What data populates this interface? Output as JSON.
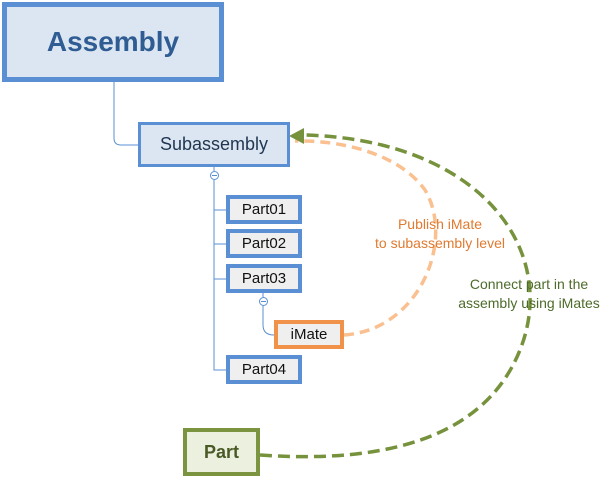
{
  "nodes": {
    "assembly": "Assembly",
    "subassembly": "Subassembly",
    "parts": [
      "Part01",
      "Part02",
      "Part03",
      "Part04"
    ],
    "imate": "iMate",
    "part": "Part"
  },
  "annotations": {
    "publish": [
      "Publish iMate",
      "to subassembly level"
    ],
    "connect": [
      "Connect part in the",
      "assembly using iMates"
    ]
  },
  "colors": {
    "blue_border": "#5b8fd4",
    "blue_fill": "#dce6f2",
    "orange_border": "#f0924a",
    "orange_dash": "#fac090",
    "green_border": "#7a9440",
    "green_dash": "#76923c",
    "publish_text": "#e07a30",
    "connect_text": "#4d6b2a"
  }
}
